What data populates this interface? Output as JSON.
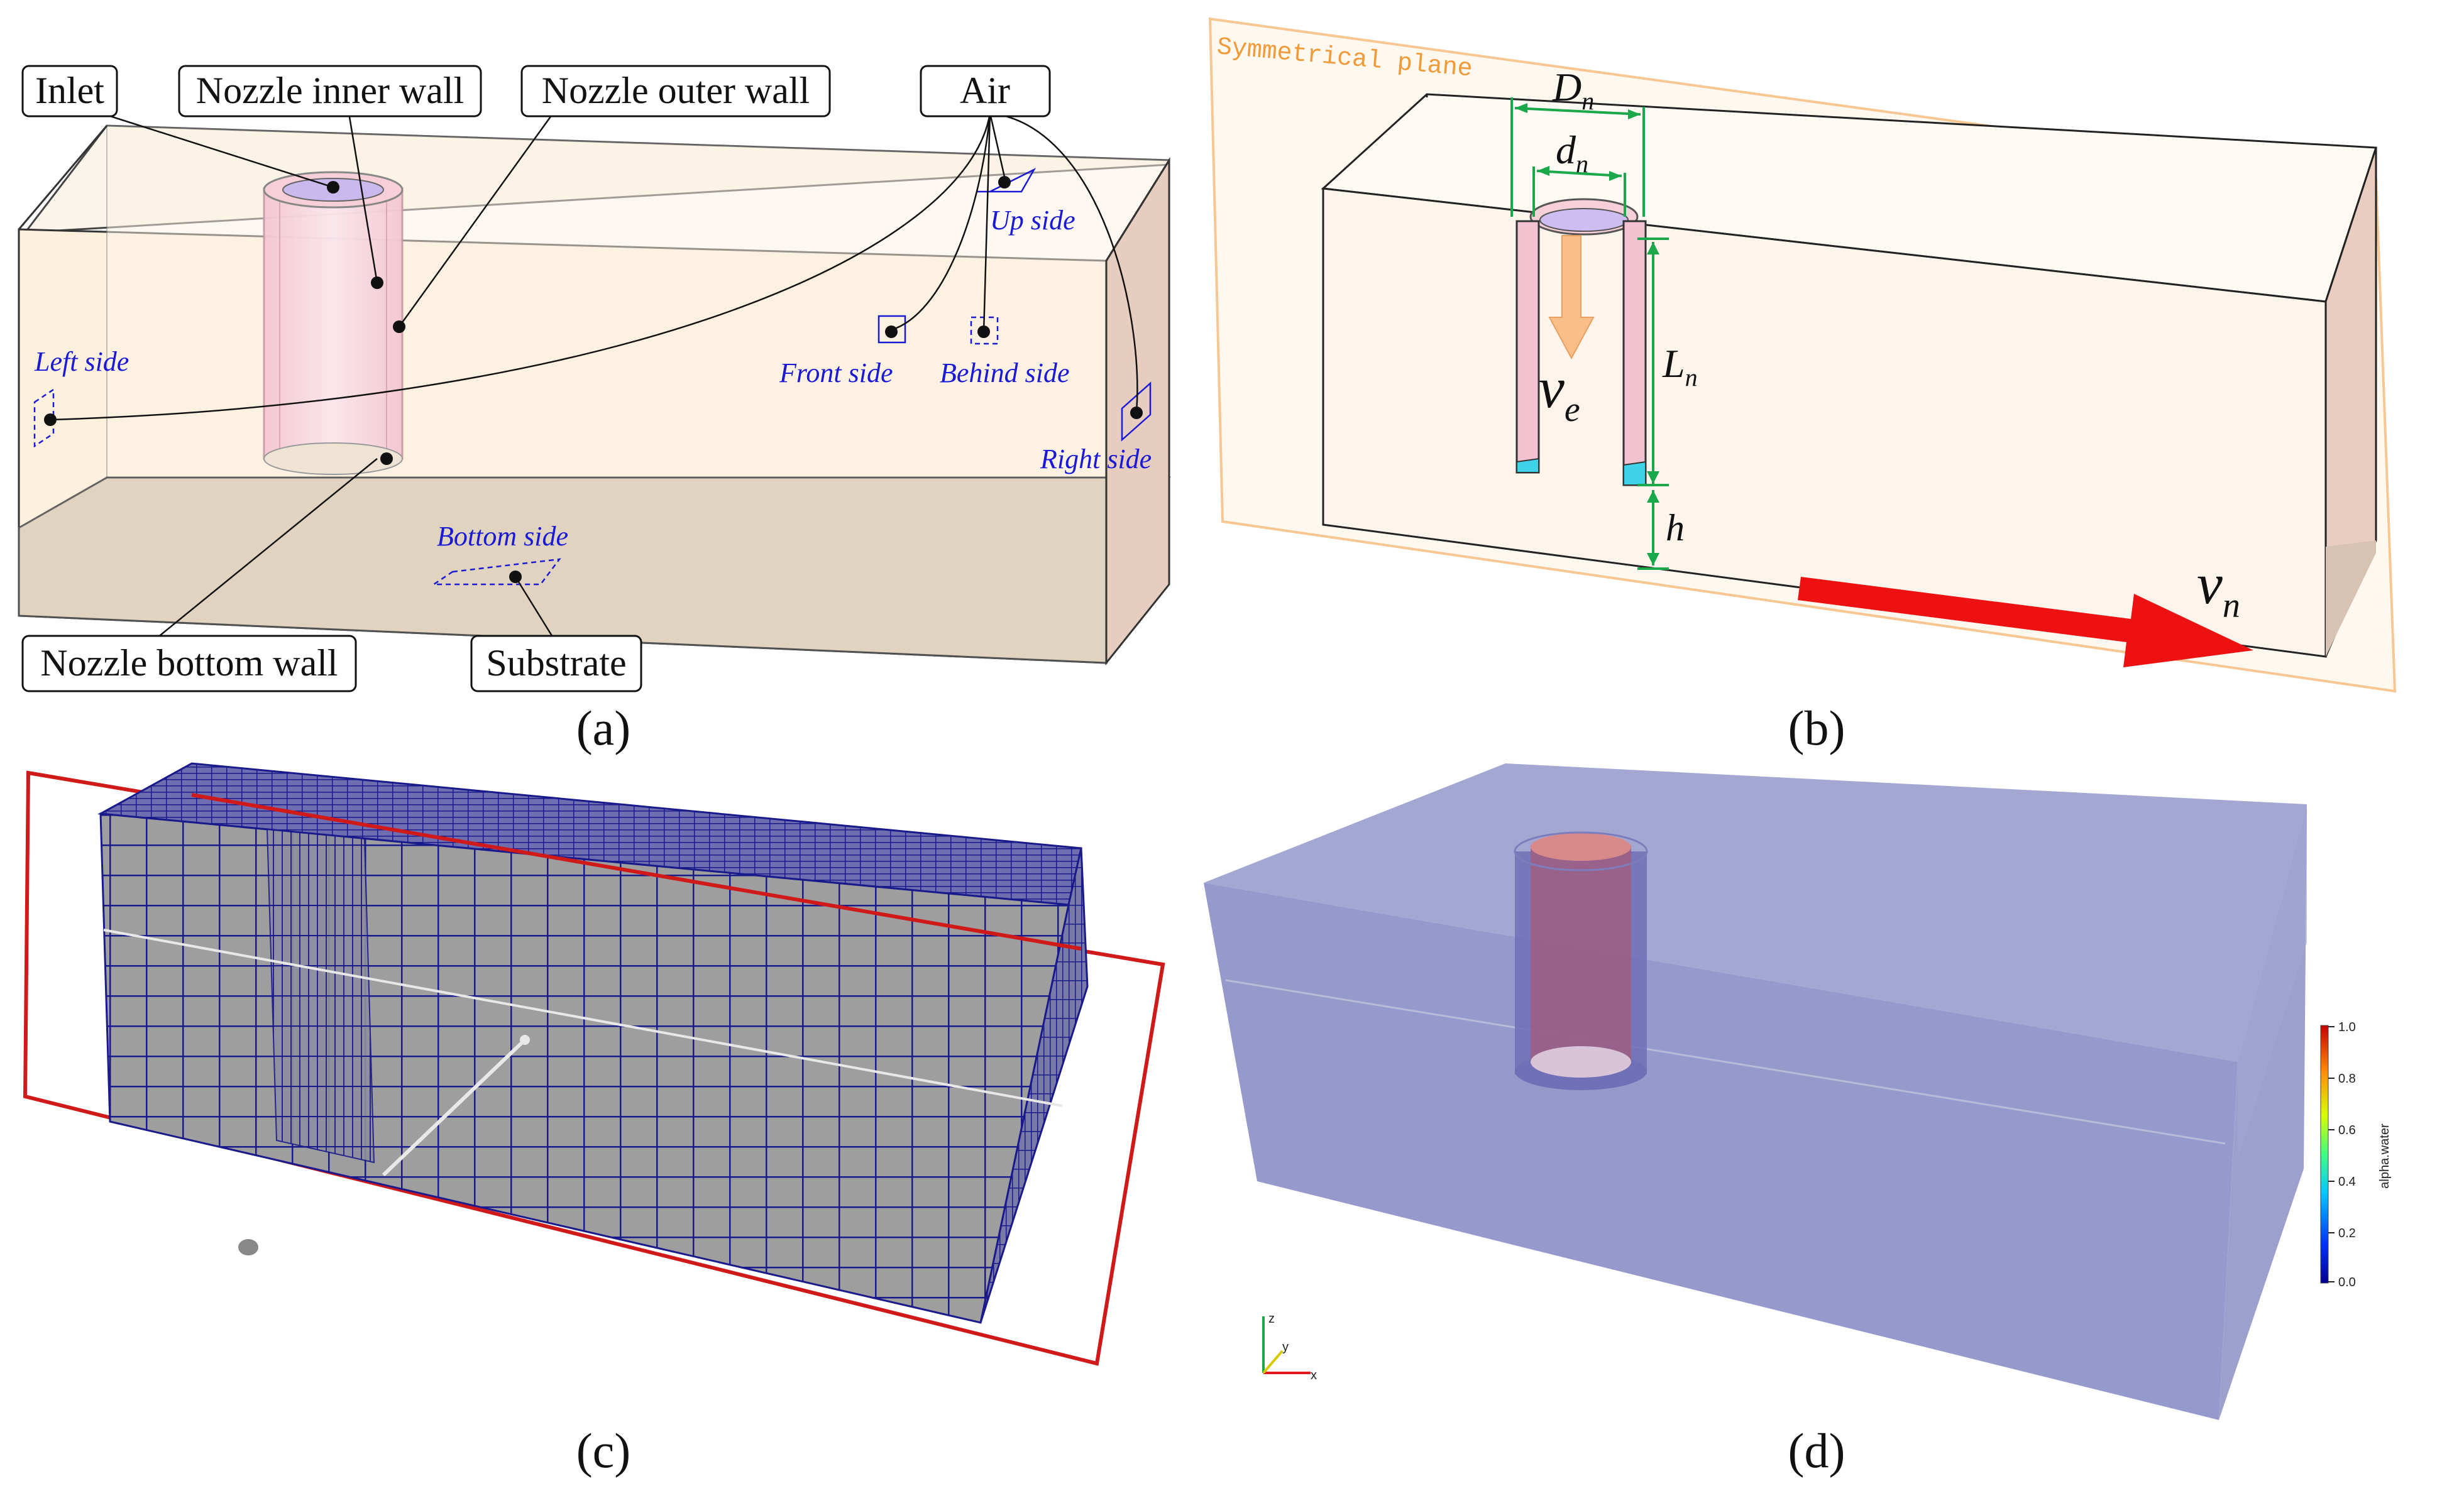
{
  "panel_a": {
    "caption": "(a)",
    "labels": {
      "inlet": "Inlet",
      "nozzle_inner_wall": "Nozzle inner wall",
      "nozzle_outer_wall": "Nozzle outer wall",
      "air": "Air",
      "nozzle_bottom_wall": "Nozzle bottom wall",
      "substrate": "Substrate"
    },
    "sides": {
      "up": "Up side",
      "front": "Front side",
      "behind": "Behind side",
      "left": "Left side",
      "right": "Right side",
      "bottom": "Bottom side"
    }
  },
  "panel_b": {
    "caption": "(b)",
    "plane_label": "Symmetrical plane",
    "symbols": {
      "D": "D",
      "D_sub": "n",
      "d": "d",
      "d_sub": "n",
      "L": "L",
      "L_sub": "n",
      "h": "h",
      "ve": "v",
      "ve_sub": "e",
      "vn": "v",
      "vn_sub": "n"
    }
  },
  "panel_c": {
    "caption": "(c)"
  },
  "panel_d": {
    "caption": "(d)",
    "colorbar": {
      "title": "alpha.water",
      "ticks": [
        "1.0",
        "0.8",
        "0.6",
        "0.4",
        "0.2",
        "0.0"
      ]
    },
    "axes": {
      "x": "x",
      "y": "y",
      "z": "z"
    }
  },
  "colors": {
    "box_fill": "#fdf0dc",
    "substrate_fill": "#ddd1bd",
    "nozzle_pink": "#f6cfd8",
    "label_blue": "#1a1ad6",
    "dim_green": "#1aa84a",
    "plane_orange": "#f09a3a",
    "flow_red": "#ee1111",
    "mesh_blue": "#1a1a8c",
    "mesh_gray": "#9c9c9c",
    "fluid_blue": "#8f93c8"
  }
}
